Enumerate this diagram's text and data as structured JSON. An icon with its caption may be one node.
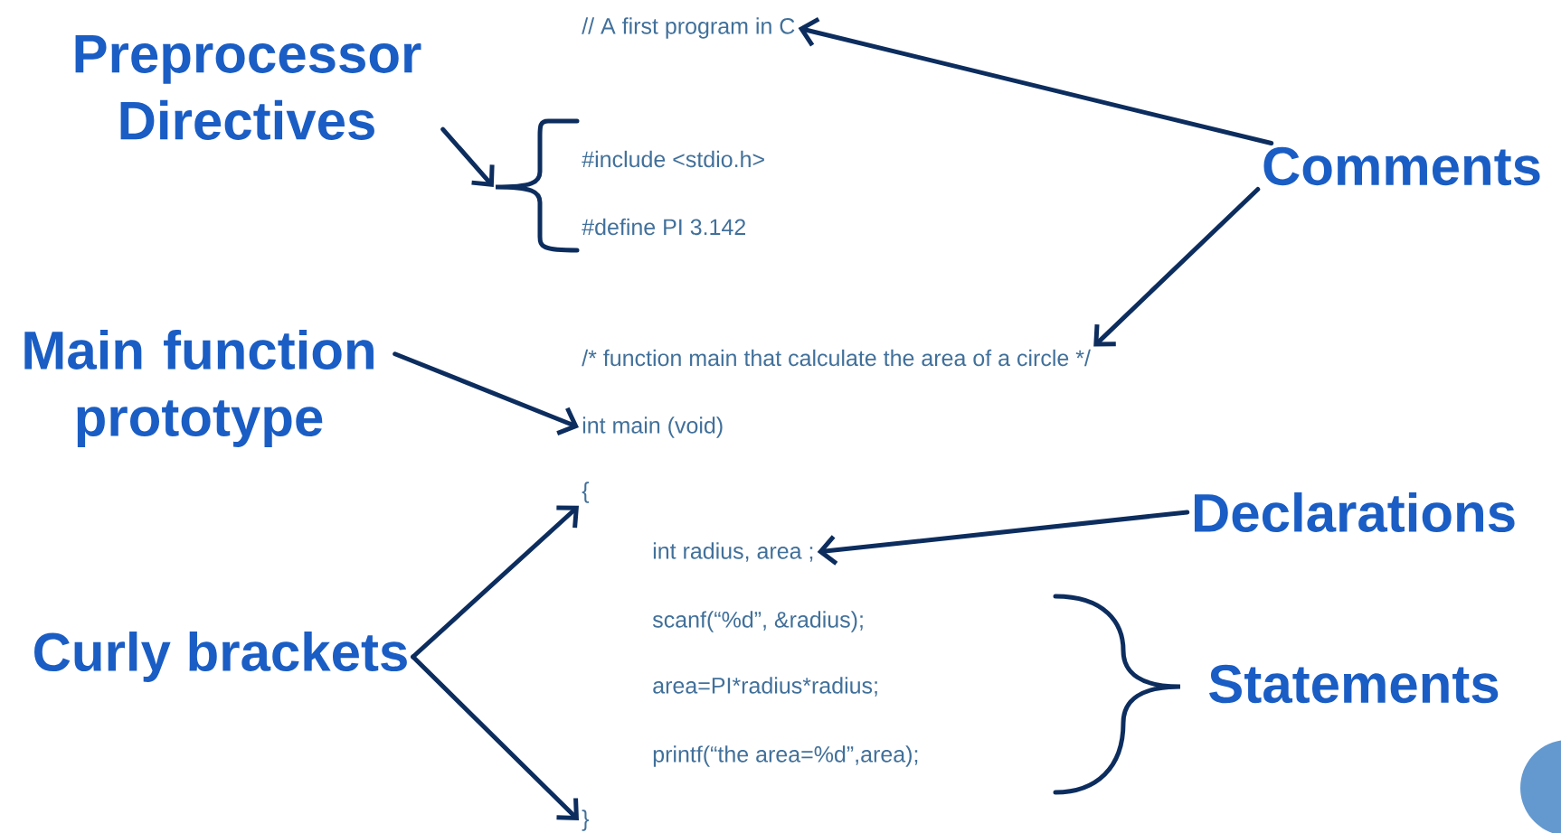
{
  "diagram": {
    "nodes": [
      {
        "text": [
          "// A first program in C"
        ]
      },
      {
        "text": [
          "Preprocessor Directives"
        ]
      },
      {
        "text": [],
        "shape": "bracket"
      },
      {
        "text": [
          "#include <stdio.h>"
        ]
      },
      {
        "text": [
          "#define PI 3.142"
        ]
      },
      {
        "text": [
          "Comments"
        ]
      },
      {
        "text": [
          "Main function prototype"
        ]
      },
      {
        "text": [
          "/* function main that calculate the area of a circle */"
        ]
      },
      {
        "text": [
          "int main (void)"
        ]
      },
      {
        "text": [
          "{"
        ]
      },
      {
        "text": [
          "Declarations"
        ]
      },
      {
        "text": [
          "int radius, area ;"
        ]
      },
      {
        "text": [
          "scanf(“%d”, &radius);"
        ]
      },
      {
        "text": [
          "area=PI*radius*radius;"
        ]
      },
      {
        "text": [
          "printf(“the area=%d”,area);"
        ]
      },
      {
        "text": [
          "Curly brackets"
        ]
      },
      {
        "text": [
          "Statements"
        ]
      },
      {
        "text": [
          "}"
        ]
      }
    ],
    "edges": [
      {
        "from": 1,
        "to": 2,
        "arrow": "to"
      },
      {
        "from": 5,
        "to": 0,
        "arrow": "to"
      },
      {
        "from": 5,
        "to": 7,
        "arrow": "to"
      },
      {
        "from": 6,
        "to": 8,
        "arrow": "to"
      },
      {
        "from": 10,
        "to": 11,
        "arrow": "to"
      },
      {
        "from": 15,
        "to": 9,
        "arrow": "to"
      },
      {
        "from": 15,
        "to": 17,
        "arrow": "to"
      }
    ]
  }
}
